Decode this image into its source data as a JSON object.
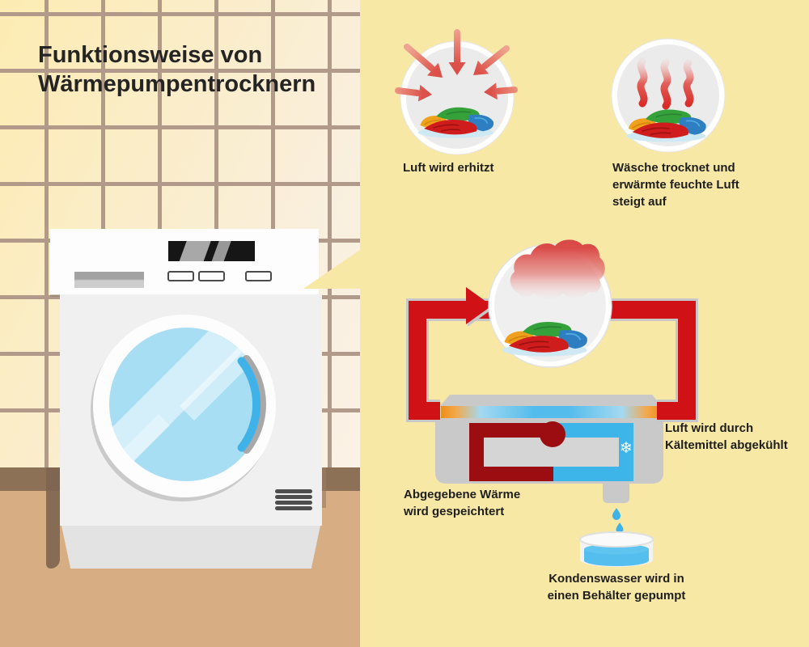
{
  "title": {
    "line1": "Funktionsweise von",
    "line2": "Wärmepumpentrocknern"
  },
  "steps": {
    "heat": "Luft wird erhitzt",
    "dry": "Wäsche trocknet und erwärmte feuchte Luft steigt auf",
    "cool": "Luft wird durch Kältemittel abgekühlt",
    "store": "Abgegebene Wärme wird gespeichtert",
    "pump": "Kondenswasser wird in einen Behälter gepumpt"
  },
  "glyphs": {
    "snowflake": "❄"
  },
  "colors": {
    "panel_yellow": "#f7e8a6",
    "tile_grout": "#b29a8b",
    "floor_tan": "#d7ad83",
    "baseboard_brown": "#8d7156",
    "loop_red": "#d01217",
    "refrigerant_dark_red": "#9c0d12",
    "refrigerant_blue": "#3db5e9",
    "water_blue": "#54beee",
    "band_orange": "#ef8d15",
    "machine_gray": "#c9c9c9",
    "door_glass_blue": "#a8def4",
    "text": "#1e1e1c"
  }
}
